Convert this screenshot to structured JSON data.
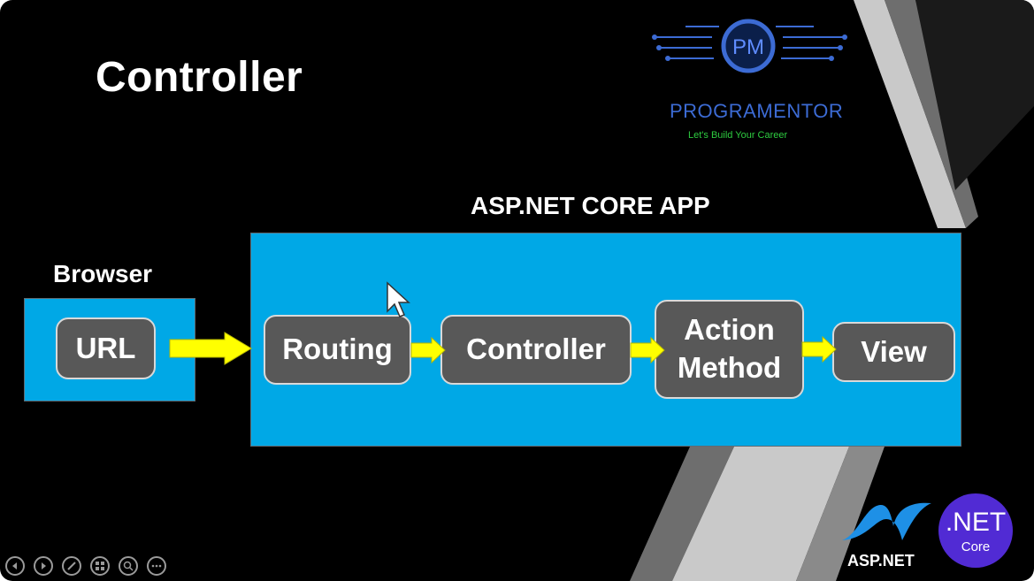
{
  "slide": {
    "title": "Controller",
    "app_title": "ASP.NET CORE APP",
    "browser_label": "Browser"
  },
  "nodes": {
    "url": "URL",
    "routing": "Routing",
    "controller": "Controller",
    "action_method": "Action\nMethod",
    "view": "View"
  },
  "branding": {
    "logo_monogram": "PM",
    "logo_name": "PROGRAMENTOR",
    "logo_tagline": "Let's Build Your Career",
    "aspnet_label": "ASP.NET",
    "net_badge_main": ".NET",
    "net_badge_sub": "Core"
  },
  "colors": {
    "box_fill": "#00a8e6",
    "node_fill": "#585858",
    "arrow_fill": "#ffff00",
    "net_badge": "#512bd4",
    "logo_text": "#3c6bd4",
    "tagline": "#2ecc40"
  },
  "controls": {
    "prev_icon": "prev-icon",
    "next_icon": "next-icon",
    "pen_icon": "pen-icon",
    "slides_icon": "slides-icon",
    "zoom_icon": "zoom-icon",
    "more_icon": "more-icon"
  }
}
